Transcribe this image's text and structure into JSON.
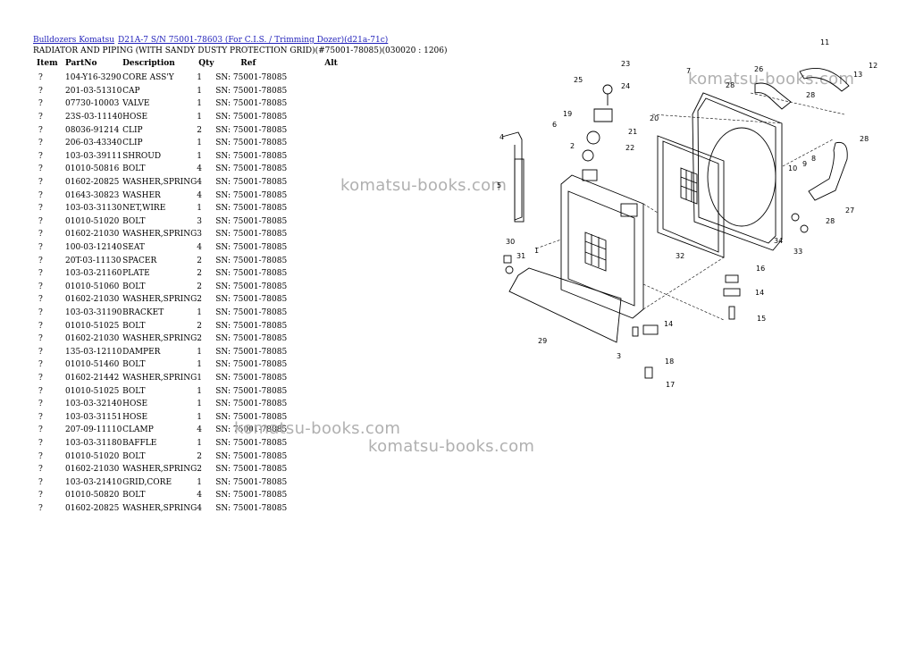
{
  "breadcrumb": {
    "category": "Bulldozers Komatsu",
    "model": "D21A-7 S/N 75001-78603 (For C.I.S. / Trimming Dozer)(d21a-71c)"
  },
  "title": "RADIATOR AND PIPING (WITH SANDY DUSTY PROTECTION GRID)(#75001-78085)(030020 : 1206)",
  "table": {
    "headers": {
      "item": "Item",
      "partno": "PartNo",
      "description": "Description",
      "qty": "Qty",
      "ref": "Ref",
      "alt": "Alt"
    },
    "rows": [
      {
        "item": "?",
        "partno": "104-Y16-3290",
        "description": "CORE ASS'Y",
        "qty": "1",
        "ref": "SN: 75001-78085"
      },
      {
        "item": "?",
        "partno": "201-03-51310",
        "description": "CAP",
        "qty": "1",
        "ref": "SN: 75001-78085"
      },
      {
        "item": "?",
        "partno": "07730-10003",
        "description": "VALVE",
        "qty": "1",
        "ref": "SN: 75001-78085"
      },
      {
        "item": "?",
        "partno": "23S-03-11140",
        "description": "HOSE",
        "qty": "1",
        "ref": "SN: 75001-78085"
      },
      {
        "item": "?",
        "partno": "08036-91214",
        "description": "CLIP",
        "qty": "2",
        "ref": "SN: 75001-78085"
      },
      {
        "item": "?",
        "partno": "206-03-43340",
        "description": "CLIP",
        "qty": "1",
        "ref": "SN: 75001-78085"
      },
      {
        "item": "?",
        "partno": "103-03-39111",
        "description": "SHROUD",
        "qty": "1",
        "ref": "SN: 75001-78085"
      },
      {
        "item": "?",
        "partno": "01010-50816",
        "description": "BOLT",
        "qty": "4",
        "ref": "SN: 75001-78085"
      },
      {
        "item": "?",
        "partno": "01602-20825",
        "description": "WASHER,SPRING",
        "qty": "4",
        "ref": "SN: 75001-78085"
      },
      {
        "item": "?",
        "partno": "01643-30823",
        "description": "WASHER",
        "qty": "4",
        "ref": "SN: 75001-78085"
      },
      {
        "item": "?",
        "partno": "103-03-31130",
        "description": "NET,WIRE",
        "qty": "1",
        "ref": "SN: 75001-78085"
      },
      {
        "item": "?",
        "partno": "01010-51020",
        "description": "BOLT",
        "qty": "3",
        "ref": "SN: 75001-78085"
      },
      {
        "item": "?",
        "partno": "01602-21030",
        "description": "WASHER,SPRING",
        "qty": "3",
        "ref": "SN: 75001-78085"
      },
      {
        "item": "?",
        "partno": "100-03-12140",
        "description": "SEAT",
        "qty": "4",
        "ref": "SN: 75001-78085"
      },
      {
        "item": "?",
        "partno": "20T-03-11130",
        "description": "SPACER",
        "qty": "2",
        "ref": "SN: 75001-78085"
      },
      {
        "item": "?",
        "partno": "103-03-21160",
        "description": "PLATE",
        "qty": "2",
        "ref": "SN: 75001-78085"
      },
      {
        "item": "?",
        "partno": "01010-51060",
        "description": "BOLT",
        "qty": "2",
        "ref": "SN: 75001-78085"
      },
      {
        "item": "?",
        "partno": "01602-21030",
        "description": "WASHER,SPRING",
        "qty": "2",
        "ref": "SN: 75001-78085"
      },
      {
        "item": "?",
        "partno": "103-03-31190",
        "description": "BRACKET",
        "qty": "1",
        "ref": "SN: 75001-78085"
      },
      {
        "item": "?",
        "partno": "01010-51025",
        "description": "BOLT",
        "qty": "2",
        "ref": "SN: 75001-78085"
      },
      {
        "item": "?",
        "partno": "01602-21030",
        "description": "WASHER,SPRING",
        "qty": "2",
        "ref": "SN: 75001-78085"
      },
      {
        "item": "?",
        "partno": "135-03-12110",
        "description": "DAMPER",
        "qty": "1",
        "ref": "SN: 75001-78085"
      },
      {
        "item": "?",
        "partno": "01010-51460",
        "description": "BOLT",
        "qty": "1",
        "ref": "SN: 75001-78085"
      },
      {
        "item": "?",
        "partno": "01602-21442",
        "description": "WASHER,SPRING",
        "qty": "1",
        "ref": "SN: 75001-78085"
      },
      {
        "item": "?",
        "partno": "01010-51025",
        "description": "BOLT",
        "qty": "1",
        "ref": "SN: 75001-78085"
      },
      {
        "item": "?",
        "partno": "103-03-32140",
        "description": "HOSE",
        "qty": "1",
        "ref": "SN: 75001-78085"
      },
      {
        "item": "?",
        "partno": "103-03-31151",
        "description": "HOSE",
        "qty": "1",
        "ref": "SN: 75001-78085"
      },
      {
        "item": "?",
        "partno": "207-09-11110",
        "description": "CLAMP",
        "qty": "4",
        "ref": "SN: 75001-78085"
      },
      {
        "item": "?",
        "partno": "103-03-31180",
        "description": "BAFFLE",
        "qty": "1",
        "ref": "SN: 75001-78085"
      },
      {
        "item": "?",
        "partno": "01010-51020",
        "description": "BOLT",
        "qty": "2",
        "ref": "SN: 75001-78085"
      },
      {
        "item": "?",
        "partno": "01602-21030",
        "description": "WASHER,SPRING",
        "qty": "2",
        "ref": "SN: 75001-78085"
      },
      {
        "item": "?",
        "partno": "103-03-21410",
        "description": "GRID,CORE",
        "qty": "1",
        "ref": "SN: 75001-78085"
      },
      {
        "item": "?",
        "partno": "01010-50820",
        "description": "BOLT",
        "qty": "4",
        "ref": "SN: 75001-78085"
      },
      {
        "item": "?",
        "partno": "01602-20825",
        "description": "WASHER,SPRING",
        "qty": "4",
        "ref": "SN: 75001-78085"
      }
    ]
  },
  "watermark": "komatsu-books.com",
  "diagram": {
    "callouts": [
      "1",
      "2",
      "3",
      "4",
      "5",
      "6",
      "7",
      "8",
      "9",
      "10",
      "11",
      "12",
      "13",
      "14",
      "14",
      "15",
      "16",
      "17",
      "18",
      "19",
      "20",
      "21",
      "22",
      "23",
      "24",
      "25",
      "26",
      "27",
      "28",
      "28",
      "28",
      "28",
      "29",
      "30",
      "31",
      "32",
      "33",
      "34"
    ]
  }
}
